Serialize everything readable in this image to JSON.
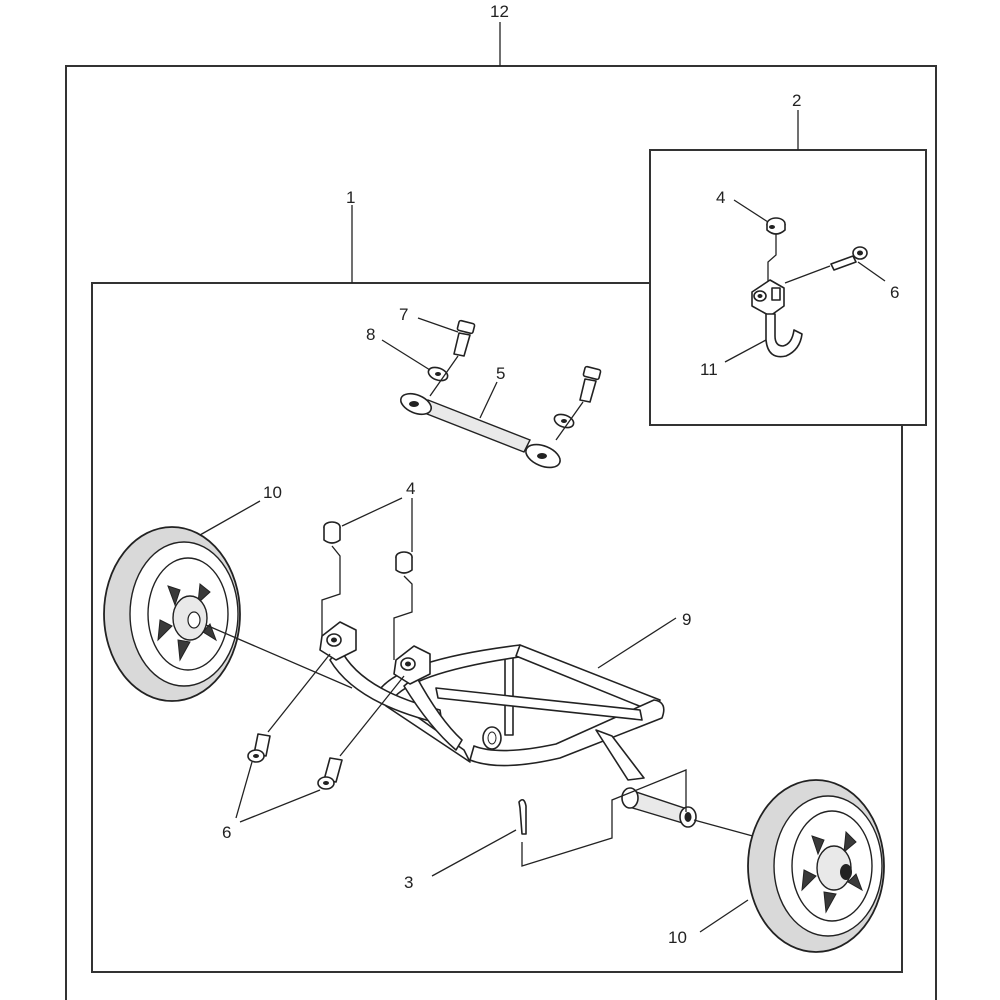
{
  "callouts": {
    "c12": "12",
    "c1": "1",
    "c2": "2",
    "c4_kit": "4",
    "c6_kit": "6",
    "c11": "11",
    "c7": "7",
    "c8": "8",
    "c5": "5",
    "c10_left": "10",
    "c4_main": "4",
    "c9": "9",
    "c6_main": "6",
    "c3": "3",
    "c10_right": "10"
  }
}
